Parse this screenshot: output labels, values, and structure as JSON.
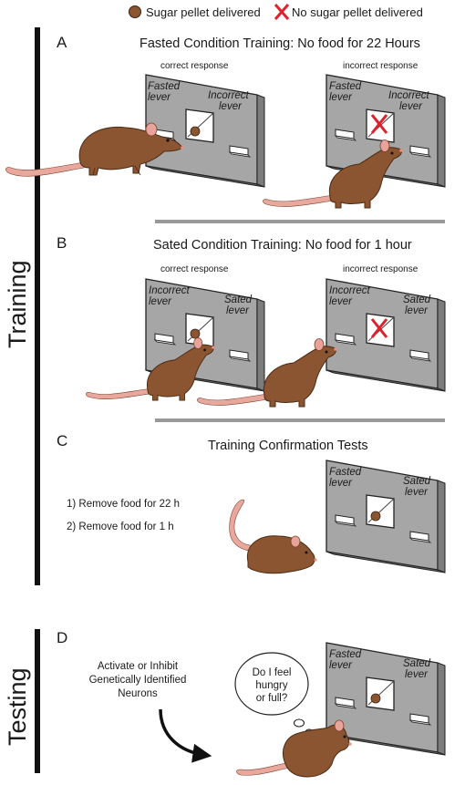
{
  "legend": {
    "pellet_delivered": "Sugar pellet delivered",
    "no_pellet": "No sugar pellet delivered"
  },
  "side_labels": {
    "training": "Training",
    "testing": "Testing"
  },
  "panels": {
    "A": {
      "letter": "A",
      "title": "Fasted Condition Training: No food for 22 Hours",
      "correct": "correct response",
      "incorrect": "incorrect response",
      "left_lever_line1": "Fasted",
      "left_lever_line2": "lever",
      "right_lever_line1": "Incorrect",
      "right_lever_line2": "lever"
    },
    "B": {
      "letter": "B",
      "title": "Sated Condition Training: No food for 1 hour",
      "correct": "correct response",
      "incorrect": "incorrect response",
      "left_lever_line1": "Incorrect",
      "left_lever_line2": "lever",
      "right_lever_line1": "Sated",
      "right_lever_line2": "lever"
    },
    "C": {
      "letter": "C",
      "title": "Training Confirmation Tests",
      "step1": "1) Remove food for 22 h",
      "step2": "2) Remove food for 1 h",
      "left_lever_line1": "Fasted",
      "left_lever_line2": "lever",
      "right_lever_line1": "Sated",
      "right_lever_line2": "lever"
    },
    "D": {
      "letter": "D",
      "note_line1": "Activate or Inhibit",
      "note_line2": "Genetically Identified",
      "note_line3": "Neurons",
      "thought_line1": "Do I feel",
      "thought_line2": "hungry",
      "thought_line3": "or full?",
      "left_lever_line1": "Fasted",
      "left_lever_line2": "lever",
      "right_lever_line1": "Sated",
      "right_lever_line2": "lever"
    }
  },
  "colors": {
    "mouse_body": "#8a5530",
    "mouse_ear": "#e8a39a",
    "tail": "#e9a89e",
    "box": "#a8a8a8",
    "pellet": "#8a5530",
    "cross": "#e0202a",
    "divider": "#999999"
  }
}
